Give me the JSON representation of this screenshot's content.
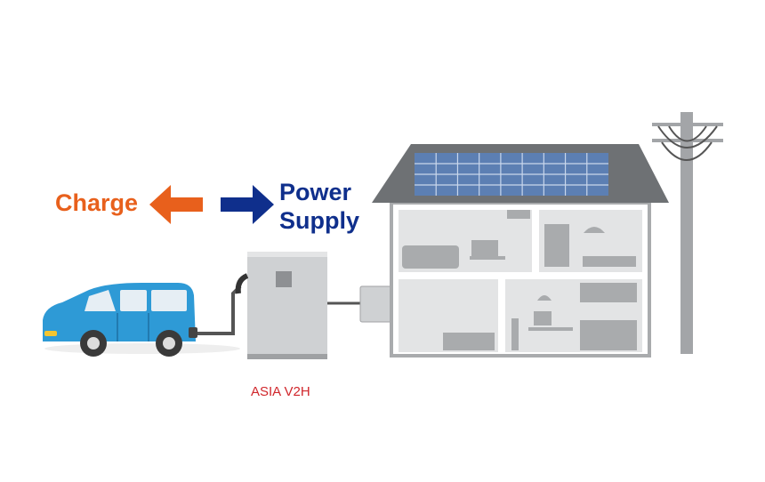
{
  "labels": {
    "charge": "Charge",
    "power_line1": "Power",
    "power_line2": "Supply",
    "device": "ASIA V2H"
  },
  "colors": {
    "charge": "#e8601c",
    "power": "#0f2f8c",
    "device_label": "#d0262b",
    "car": "#2e9ad6",
    "roof": "#6e7174",
    "solar_panel": "#5c7fb3",
    "house_wall": "#ffffff",
    "house_interior": "#e3e4e5",
    "furniture": "#a9abad",
    "v2h_unit": "#cfd1d3",
    "pole": "#a3a5a8",
    "cable": "#555555"
  },
  "icons": [
    "charge-arrow-left",
    "power-arrow-right",
    "car",
    "v2h-charger",
    "power-conditioner",
    "house",
    "solar-panel",
    "utility-pole"
  ]
}
